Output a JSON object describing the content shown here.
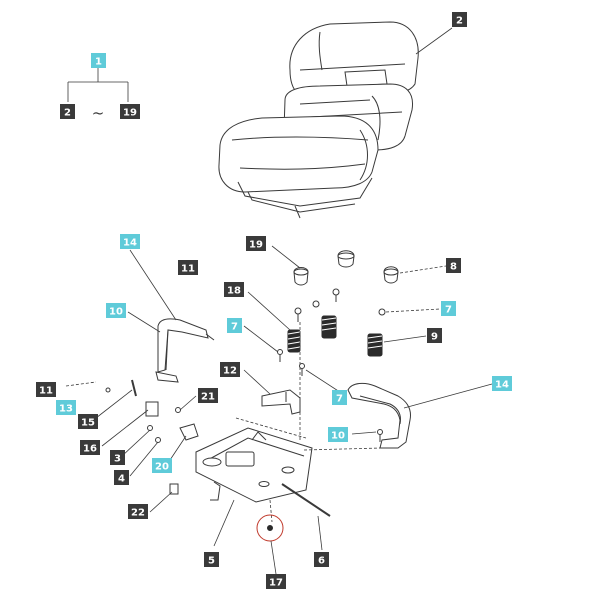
{
  "diagram": {
    "callouts": [
      {
        "id": "c2-top",
        "text": "2",
        "style": "dark"
      },
      {
        "id": "c1",
        "text": "1",
        "style": "teal"
      },
      {
        "id": "c2-range",
        "text": "2",
        "style": "dark"
      },
      {
        "id": "c19-range",
        "text": "19",
        "style": "dark"
      },
      {
        "id": "c14-left",
        "text": "14",
        "style": "teal"
      },
      {
        "id": "c11-top",
        "text": "11",
        "style": "dark"
      },
      {
        "id": "c19",
        "text": "19",
        "style": "dark"
      },
      {
        "id": "c8",
        "text": "8",
        "style": "dark"
      },
      {
        "id": "c18",
        "text": "18",
        "style": "dark"
      },
      {
        "id": "c10-left",
        "text": "10",
        "style": "teal"
      },
      {
        "id": "c7-left",
        "text": "7",
        "style": "teal"
      },
      {
        "id": "c7-right",
        "text": "7",
        "style": "teal"
      },
      {
        "id": "c9",
        "text": "9",
        "style": "dark"
      },
      {
        "id": "c12",
        "text": "12",
        "style": "dark"
      },
      {
        "id": "c14-right",
        "text": "14",
        "style": "teal"
      },
      {
        "id": "c11-left",
        "text": "11",
        "style": "dark"
      },
      {
        "id": "c7-mid",
        "text": "7",
        "style": "teal"
      },
      {
        "id": "c21",
        "text": "21",
        "style": "dark"
      },
      {
        "id": "c13",
        "text": "13",
        "style": "teal"
      },
      {
        "id": "c15",
        "text": "15",
        "style": "dark"
      },
      {
        "id": "c10-right",
        "text": "10",
        "style": "teal"
      },
      {
        "id": "c16",
        "text": "16",
        "style": "dark"
      },
      {
        "id": "c3",
        "text": "3",
        "style": "dark"
      },
      {
        "id": "c20",
        "text": "20",
        "style": "teal"
      },
      {
        "id": "c4",
        "text": "4",
        "style": "dark"
      },
      {
        "id": "c22",
        "text": "22",
        "style": "dark"
      },
      {
        "id": "c5",
        "text": "5",
        "style": "dark"
      },
      {
        "id": "c6",
        "text": "6",
        "style": "dark"
      },
      {
        "id": "c17",
        "text": "17",
        "style": "dark"
      }
    ],
    "range_separator": "~",
    "colors": {
      "teal": "#5fcbd9",
      "dark": "#3a3a3a",
      "highlight_circle": "#c0392b"
    }
  }
}
